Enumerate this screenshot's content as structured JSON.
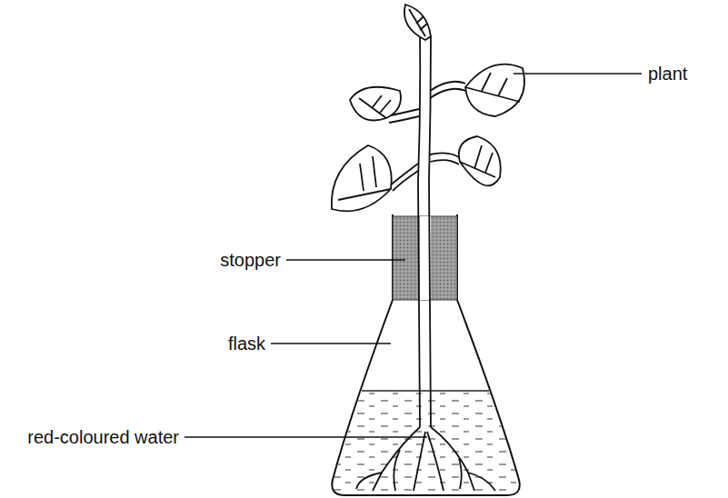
{
  "diagram": {
    "labels": [
      "plant",
      "stopper",
      "flask",
      "red-coloured water"
    ]
  }
}
